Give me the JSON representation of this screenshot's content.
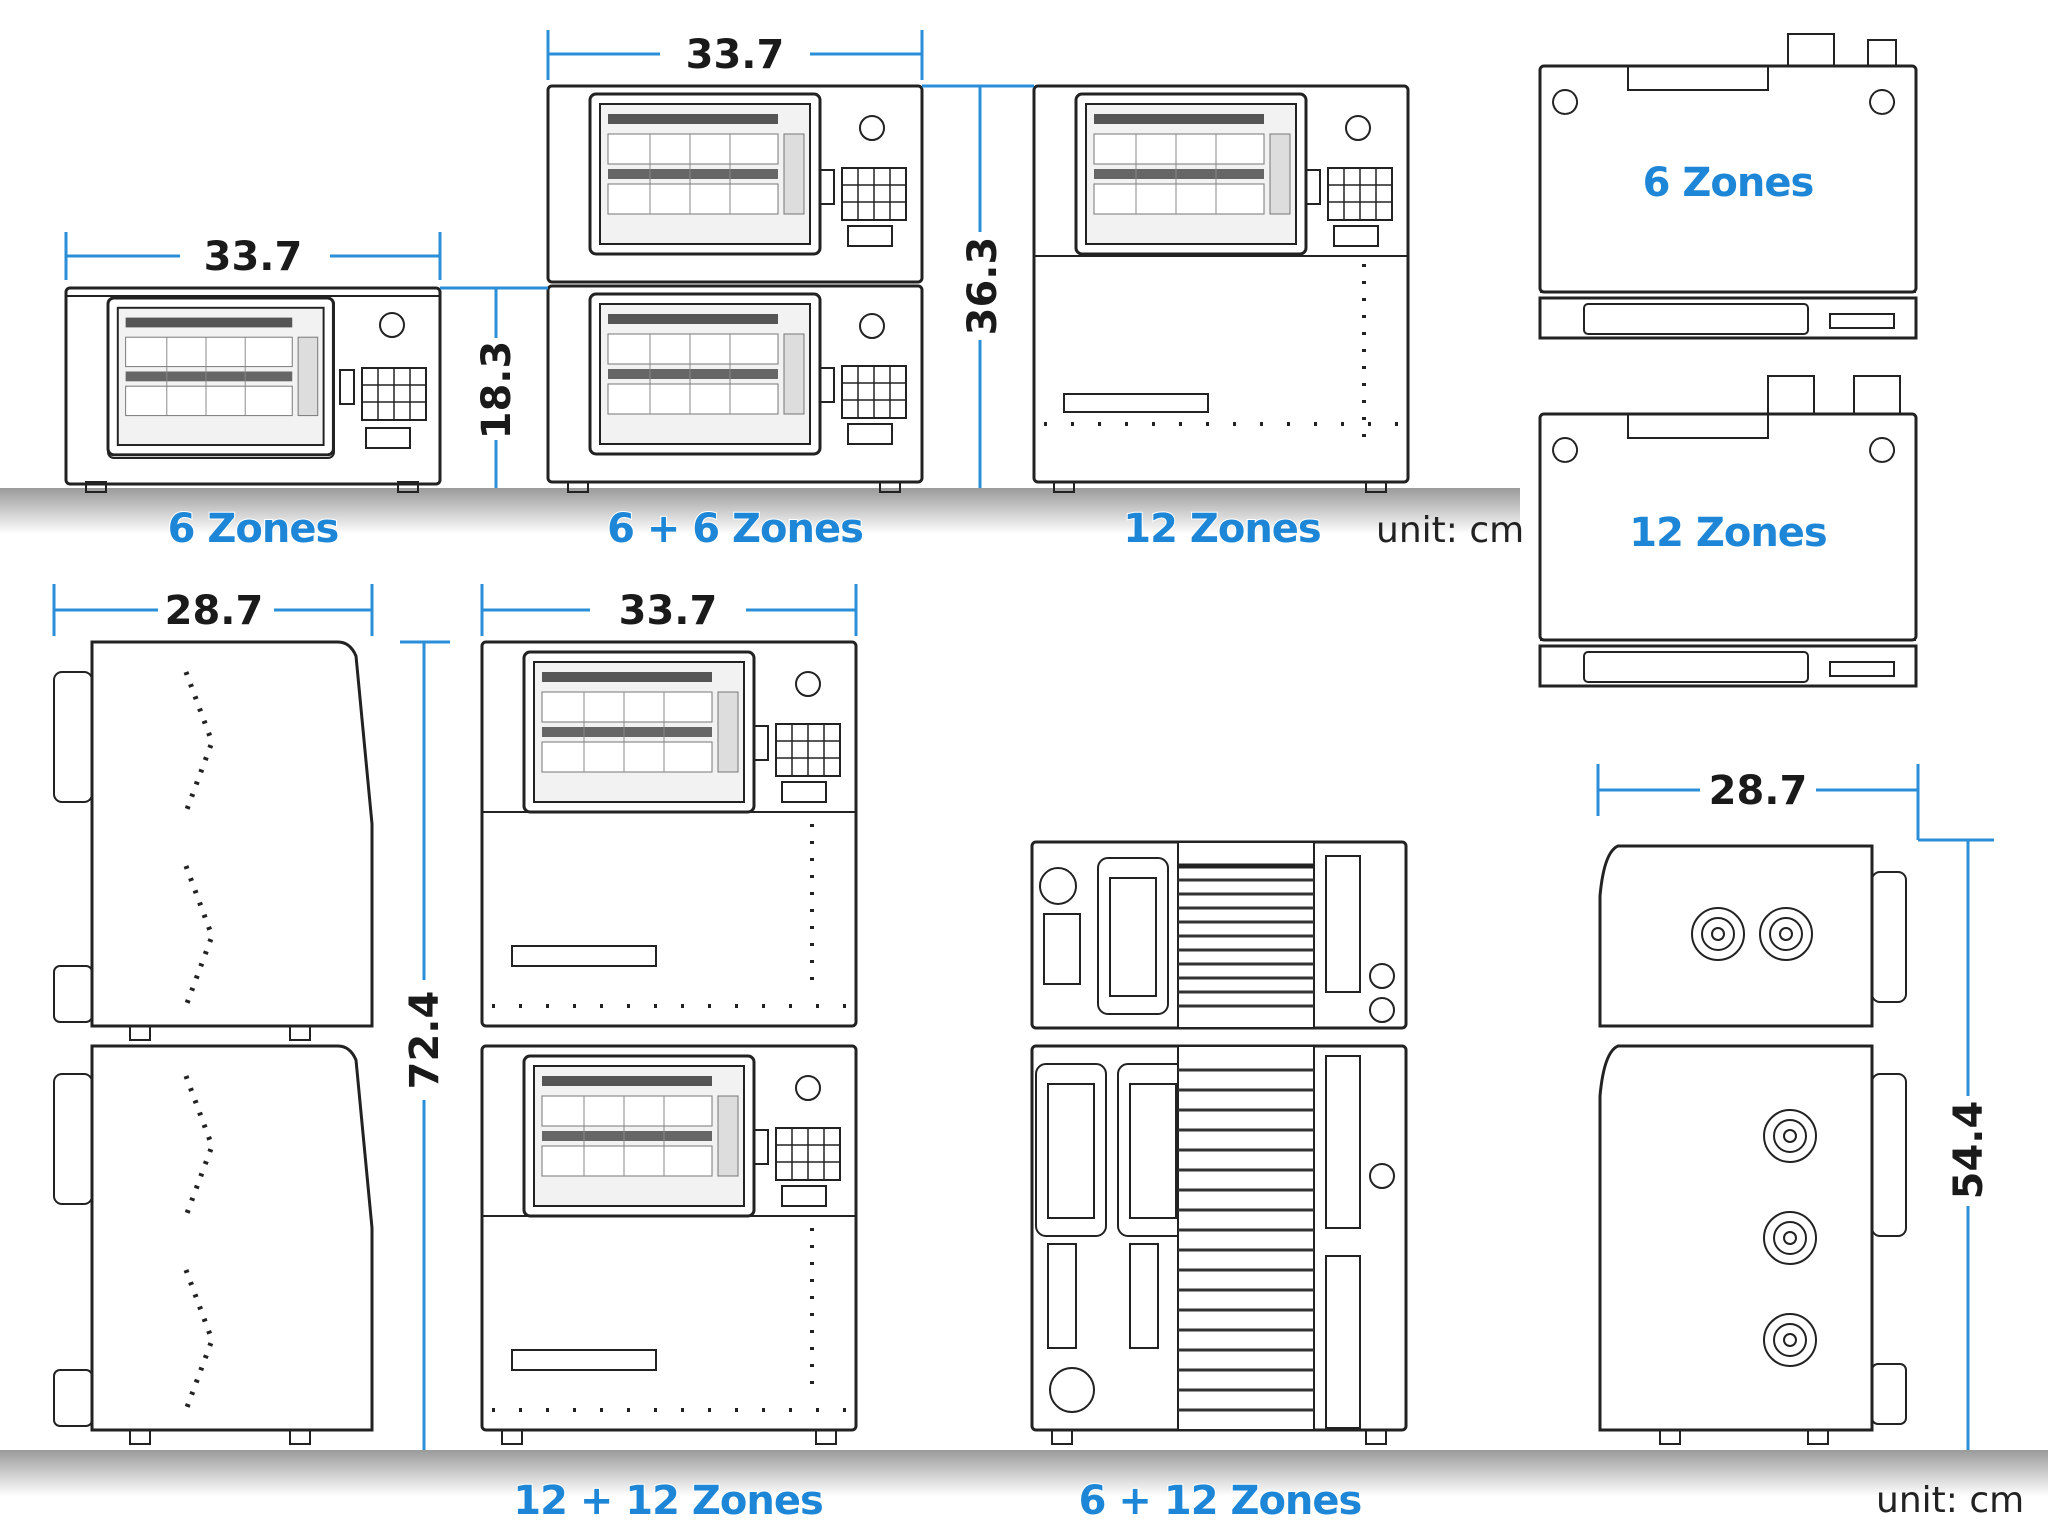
{
  "dimensions": {
    "top_single_width": "33.7",
    "top_single_height": "18.3",
    "top_stack_width": "33.7",
    "top_stack_height": "36.3",
    "bottom_side_depth": "28.7",
    "bottom_stack_height": "72.4",
    "bottom_front_width": "33.7",
    "bottom_right_depth": "28.7",
    "bottom_right_height": "54.4"
  },
  "labels": {
    "six_zones": "6 Zones",
    "six_plus_six": "6 + 6 Zones",
    "twelve_zones": "12 Zones",
    "top_view_six": "6 Zones",
    "top_view_twelve": "12 Zones",
    "twelve_plus_twelve": "12 + 12 Zones",
    "six_plus_twelve": "6 + 12 Zones"
  },
  "units": {
    "top": "unit: cm",
    "bottom": "unit: cm"
  },
  "colors": {
    "zone_label": "#1d86d6",
    "dimension_line": "#2a8fd8",
    "line_art": "#222222"
  }
}
